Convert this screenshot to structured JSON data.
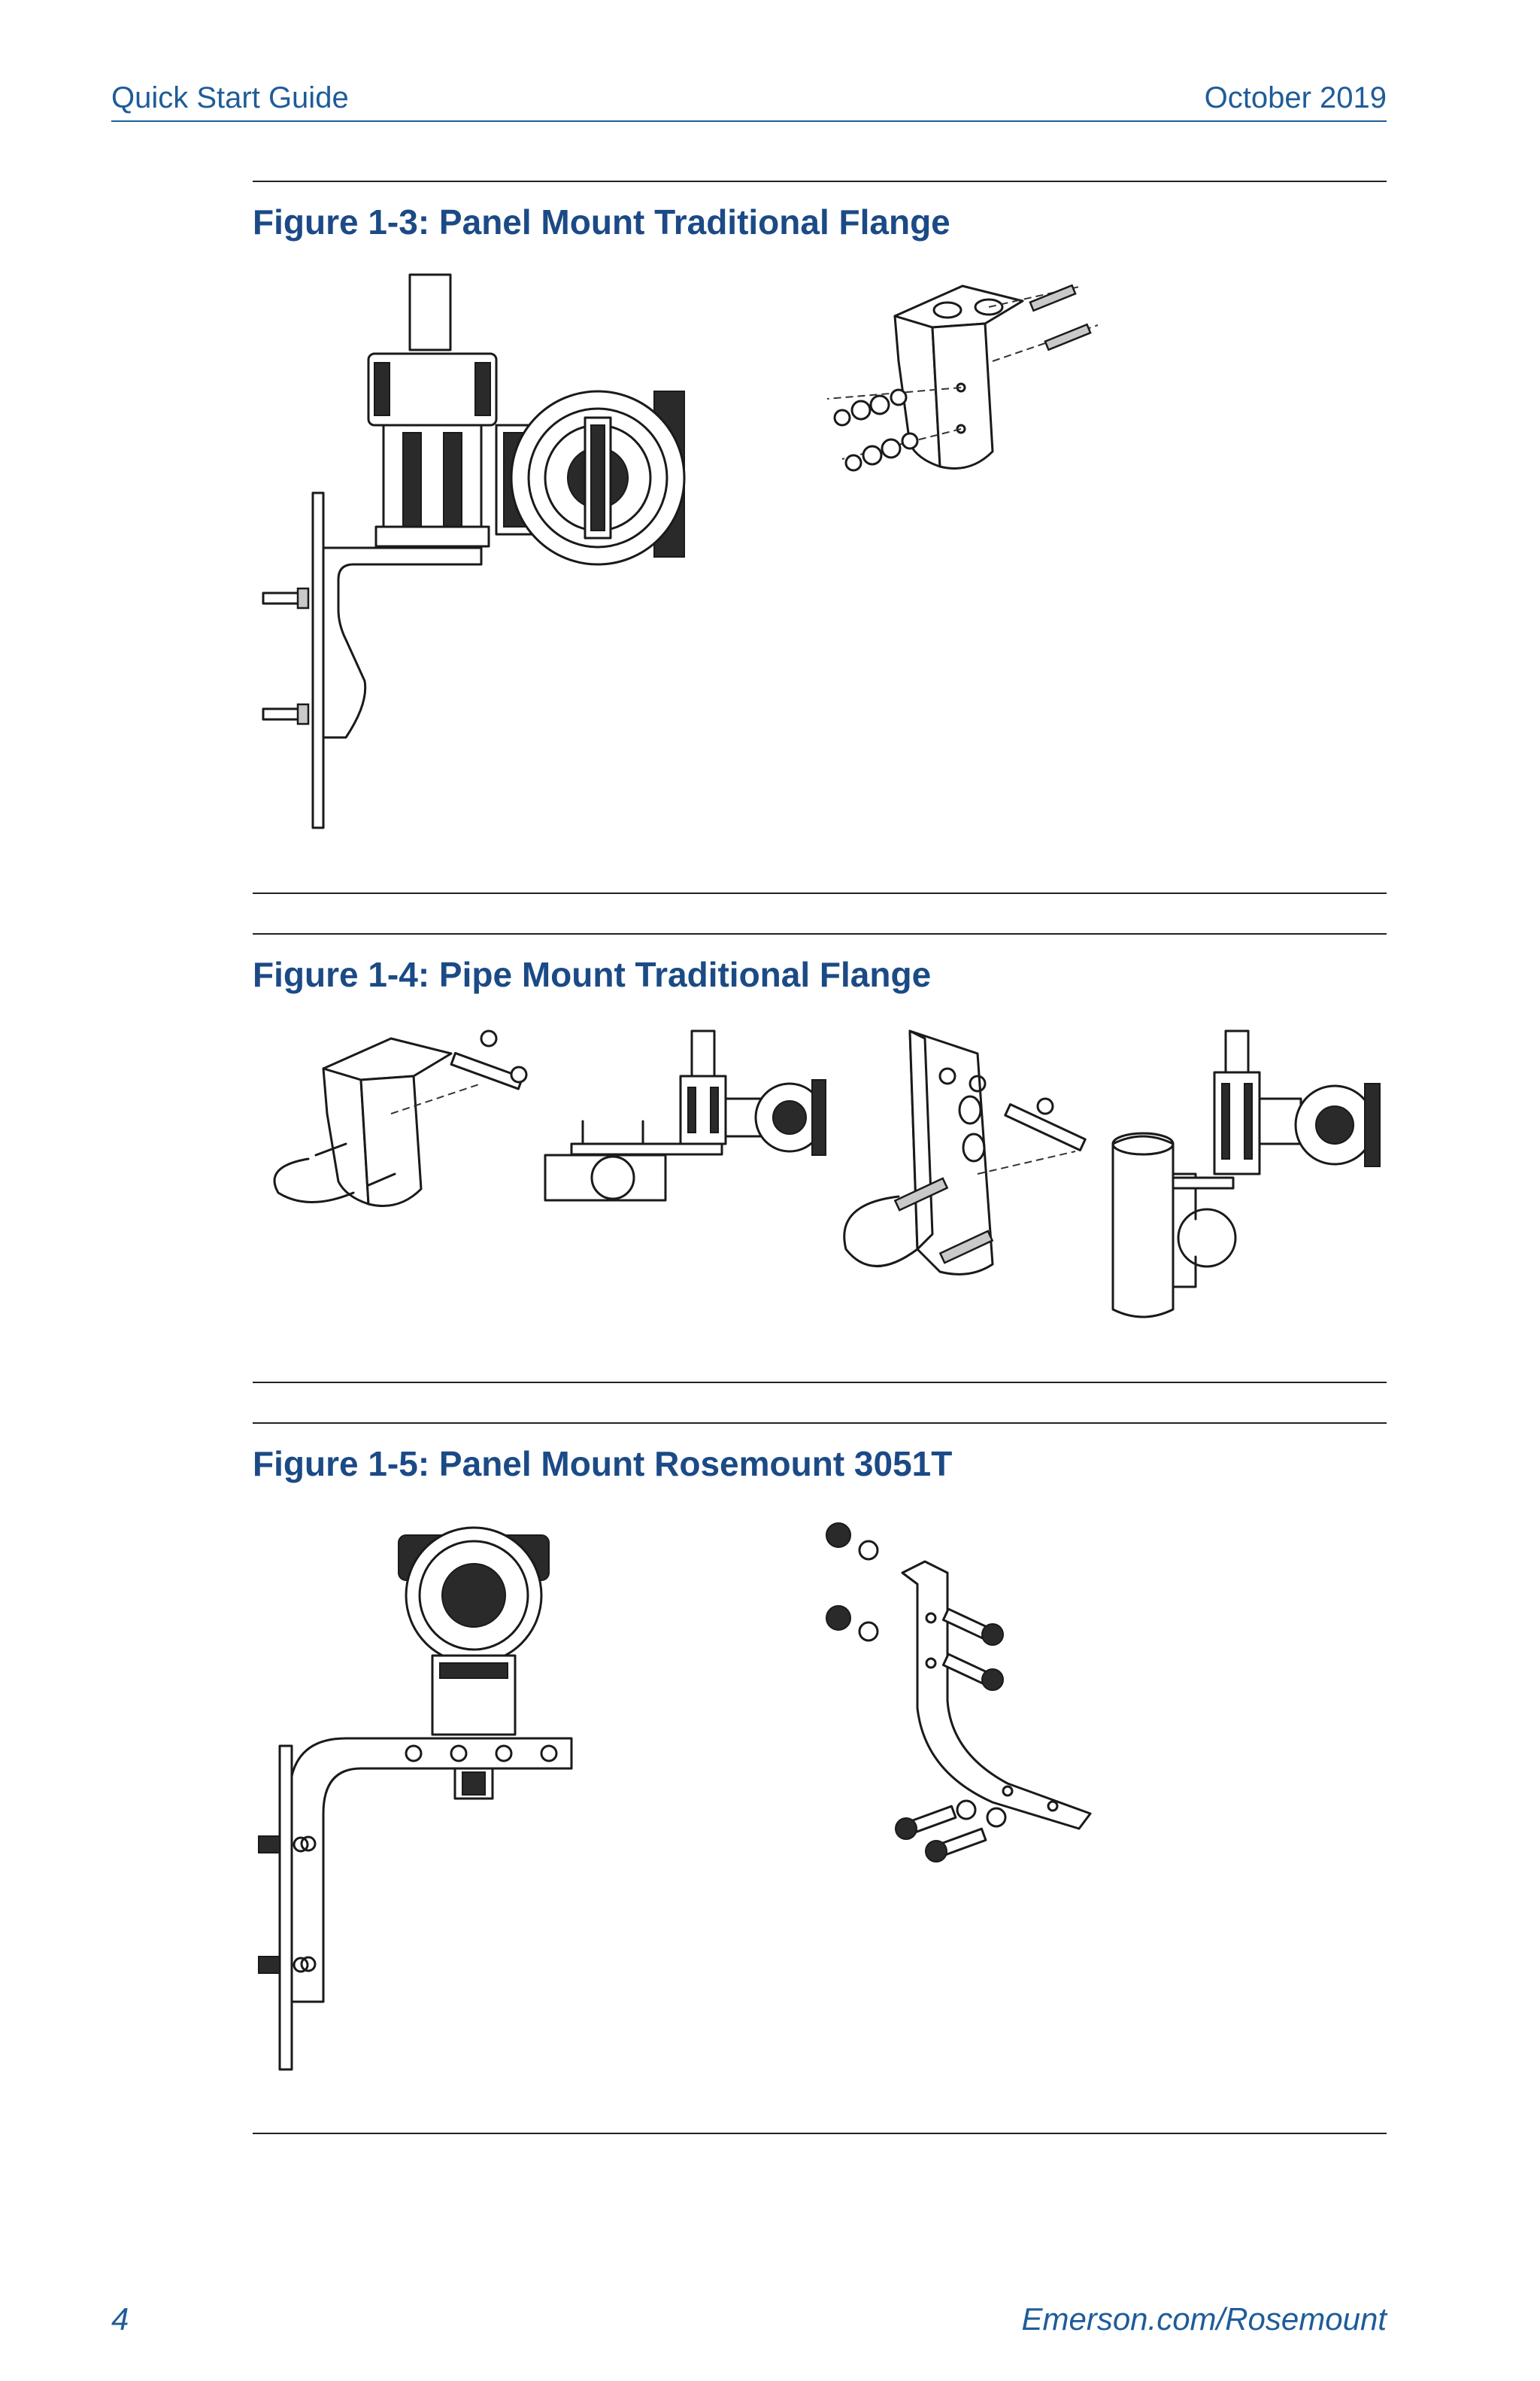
{
  "header": {
    "left": "Quick Start Guide",
    "right": "October 2019"
  },
  "figures": [
    {
      "title": "Figure 1-3: Panel Mount Traditional Flange"
    },
    {
      "title": "Figure 1-4: Pipe Mount Traditional Flange"
    },
    {
      "title": "Figure 1-5: Panel Mount Rosemount 3051T"
    }
  ],
  "footer": {
    "page": "4",
    "site": "Emerson.com/Rosemount"
  }
}
